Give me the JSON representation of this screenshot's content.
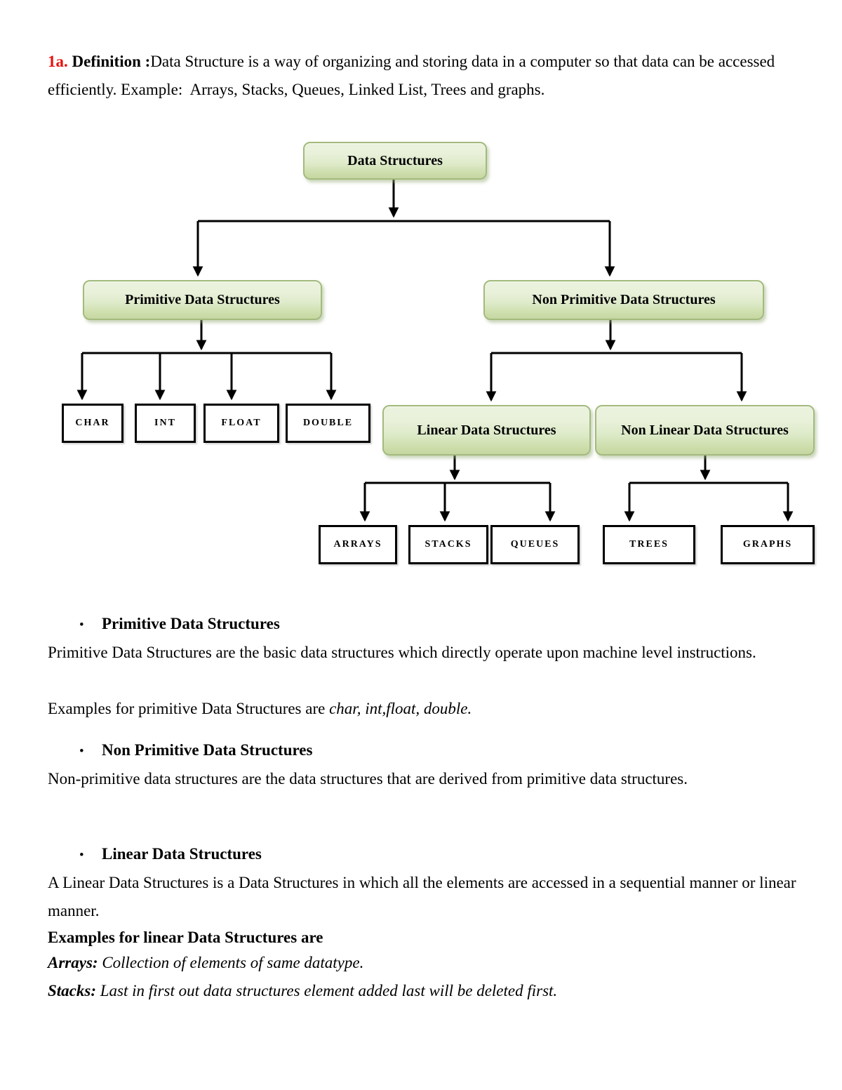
{
  "intro": {
    "number": "1a.",
    "term": " Definition :",
    "text": "Data Structure is a way of organizing and storing data in a computer so that data can be accessed efficiently. Example:  Arrays, Stacks, Queues, Linked List, Trees and graphs."
  },
  "diagram": {
    "root": "Data Structures",
    "primitive": "Primitive Data Structures",
    "non_primitive": "Non Primitive Data Structures",
    "linear": "Linear Data Structures",
    "non_linear": "Non Linear Data Structures",
    "primitive_children": [
      "CHAR",
      "INT",
      "FLOAT",
      "DOUBLE"
    ],
    "linear_children": [
      "ARRAYS",
      "STACKS",
      "QUEUES"
    ],
    "non_linear_children": [
      "TREES",
      "GRAPHS"
    ]
  },
  "bullet_char": "•",
  "sections": {
    "primitive": {
      "heading": "Primitive Data Structures",
      "body": "Primitive Data Structures are the basic data structures which directly operate upon machine level instructions.",
      "examples_prefix": "Examples for primitive Data Structures are ",
      "examples_italic": "char, int,float, double."
    },
    "non_primitive": {
      "heading": "Non Primitive Data Structures",
      "body": "Non-primitive data structures are the data structures that are derived from primitive data structures."
    },
    "linear": {
      "heading": "Linear Data Structures",
      "body": "A Linear Data Structures is a Data Structures in which all the elements are accessed in a sequential manner or linear manner.",
      "examples_heading": "Examples for linear Data Structures are",
      "items": [
        {
          "term": "Arrays:",
          "definition": " Collection of elements of same datatype."
        },
        {
          "term": "Stacks:",
          "definition": " Last in first out data structures element added last will be deleted first."
        }
      ]
    }
  },
  "colors": {
    "accent_red": "#e8120d",
    "node_border_green": "#a3ba7d",
    "node_fill_top": "#ebf2df",
    "node_fill_bottom": "#c6d7a2",
    "connector_black": "#000000"
  }
}
